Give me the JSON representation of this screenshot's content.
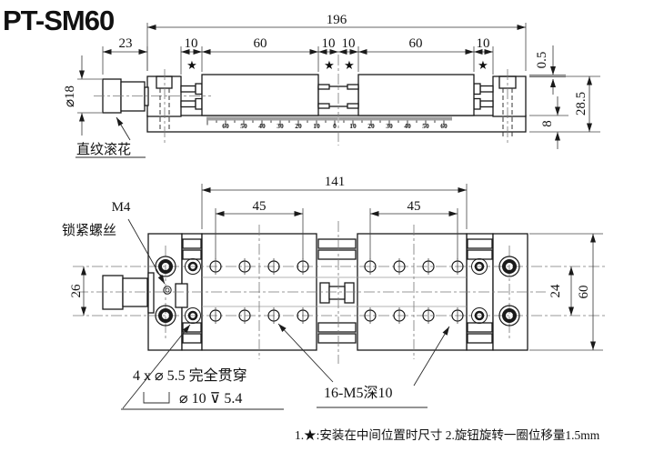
{
  "title": "PT-SM60",
  "side_view": {
    "dims": {
      "total_length": "196",
      "knob_length": "23",
      "seg_left_gap": "10",
      "seg_left_block": "60",
      "seg_mid_left": "10",
      "seg_mid_right": "10",
      "seg_right_block": "60",
      "seg_right_gap": "10",
      "top_gap": "0.5",
      "total_height": "28.5",
      "base_height": "8",
      "knob_diameter": "⌀18"
    },
    "star_marker": "★",
    "knurl_label": "直纹滚花",
    "ruler_numbers": [
      "60",
      "50",
      "40",
      "30",
      "20",
      "10",
      "0",
      "10",
      "20",
      "30",
      "40",
      "50",
      "60"
    ]
  },
  "plan_view": {
    "dims": {
      "platform_length": "141",
      "hole_span_left": "45",
      "hole_span_right": "45",
      "row_span_left": "26",
      "row_span_right": "24",
      "stage_width": "60"
    },
    "labels": {
      "m4_title": "M4",
      "m4_sub": "锁紧螺丝",
      "through_holes_line1": "4 x ⌀ 5.5 完全贯穿",
      "through_holes_line2": "⌀ 10 ⊽ 5.4",
      "tapped_holes": "16-M5深10"
    }
  },
  "footer": {
    "note": "1.★:安装在中间位置时尺寸  2.旋钮旋转一圈位移量1.5mm"
  },
  "colors": {
    "line": "#1a1a1a",
    "dim_line": "#444444",
    "background": "#ffffff"
  }
}
